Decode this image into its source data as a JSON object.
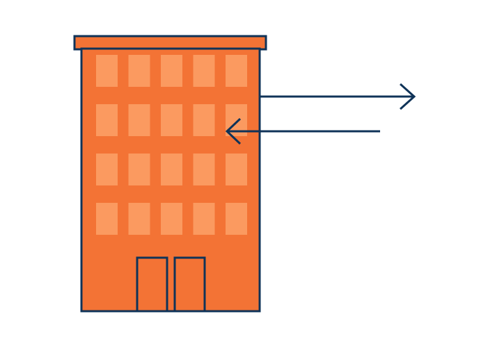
{
  "illustration": {
    "subject": "building-icon",
    "arrows": [
      "arrow-right-icon",
      "arrow-left-icon"
    ],
    "window_grid": {
      "rows": 4,
      "columns": 5
    },
    "door_count": 2
  },
  "colors": {
    "background": "#ffffff",
    "building_fill": "#f37335",
    "window_fill": "#fb9a60",
    "outline": "#0f3358"
  }
}
